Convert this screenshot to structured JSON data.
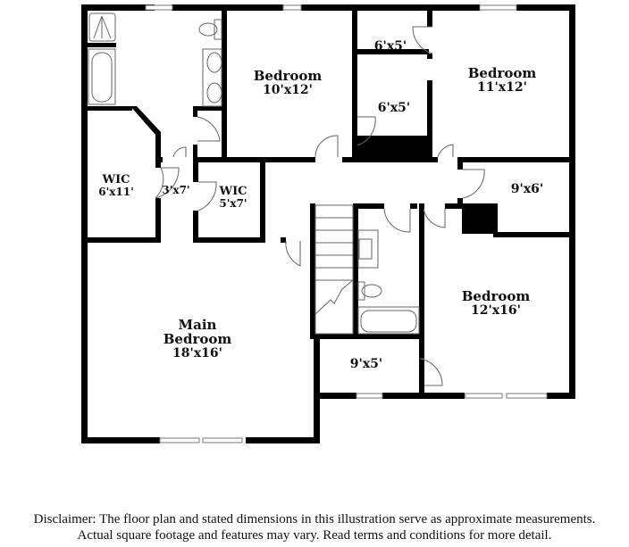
{
  "floor_plan": {
    "rooms": [
      {
        "id": "bedroom-1",
        "name": "Bedroom",
        "dims": "10'x12'"
      },
      {
        "id": "closet-a",
        "name": "",
        "dims": "6'x5'"
      },
      {
        "id": "closet-b",
        "name": "",
        "dims": "6'x5'"
      },
      {
        "id": "bedroom-2",
        "name": "Bedroom",
        "dims": "11'x12'"
      },
      {
        "id": "wic-1",
        "name": "WIC",
        "dims": "6'x11'"
      },
      {
        "id": "hall-3x7",
        "name": "",
        "dims": "3'x7'"
      },
      {
        "id": "wic-2",
        "name": "WIC",
        "dims": "5'x7'"
      },
      {
        "id": "room-9x6",
        "name": "",
        "dims": "9'x6'"
      },
      {
        "id": "bedroom-3",
        "name": "Bedroom",
        "dims": "12'x16'"
      },
      {
        "id": "main-bedroom",
        "name": "Main Bedroom",
        "name_line1": "Main",
        "name_line2": "Bedroom",
        "dims": "18'x16'"
      },
      {
        "id": "room-9x5",
        "name": "",
        "dims": "9'x5'"
      }
    ],
    "fixtures": [
      "shower",
      "bathtub",
      "toilet",
      "double-vanity",
      "stairs",
      "sink",
      "toilet",
      "bathtub"
    ]
  },
  "disclaimer": {
    "line1": "Disclaimer: The floor plan and stated dimensions in this illustration serve as approximate measurements.",
    "line2": "Actual square footage and features may vary. Read terms and conditions for more detail."
  },
  "colors": {
    "wall": "#000000",
    "background": "#ffffff",
    "fixture_line": "#555555",
    "window": "#888888"
  }
}
